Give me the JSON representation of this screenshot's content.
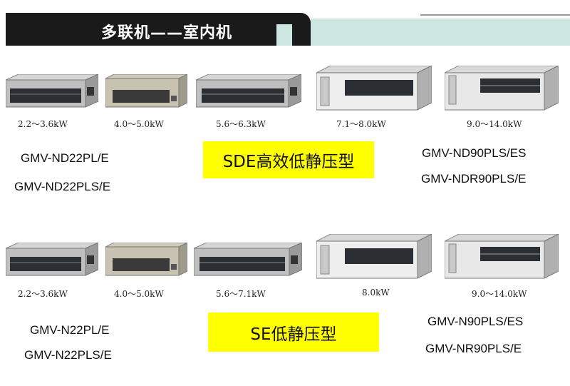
{
  "header": {
    "title": "多联机——室内机"
  },
  "section1": {
    "capacities": [
      "2.2～3.6kW",
      "4.0～5.0kW",
      "5.6～6.3kW",
      "7.1～8.0kW",
      "9.0～14.0kW"
    ],
    "models_left": [
      "GMV-ND22PL/E",
      "GMV-ND22PLS/E"
    ],
    "tag": "SDE高效低静压型",
    "models_right": [
      "GMV-ND90PLS/ES",
      "GMV-NDR90PLS/E"
    ]
  },
  "section2": {
    "capacities": [
      "2.2～3.6kW",
      "4.0～5.0kW",
      "5.6～7.1kW",
      "8.0kW",
      "9.0～14.0kW"
    ],
    "models_left": [
      "GMV-N22PL/E",
      "GMV-N22PLS/E"
    ],
    "tag": "SE低静压型",
    "models_right": [
      "GMV-N90PLS/ES",
      "GMV-NR90PLS/E"
    ]
  }
}
